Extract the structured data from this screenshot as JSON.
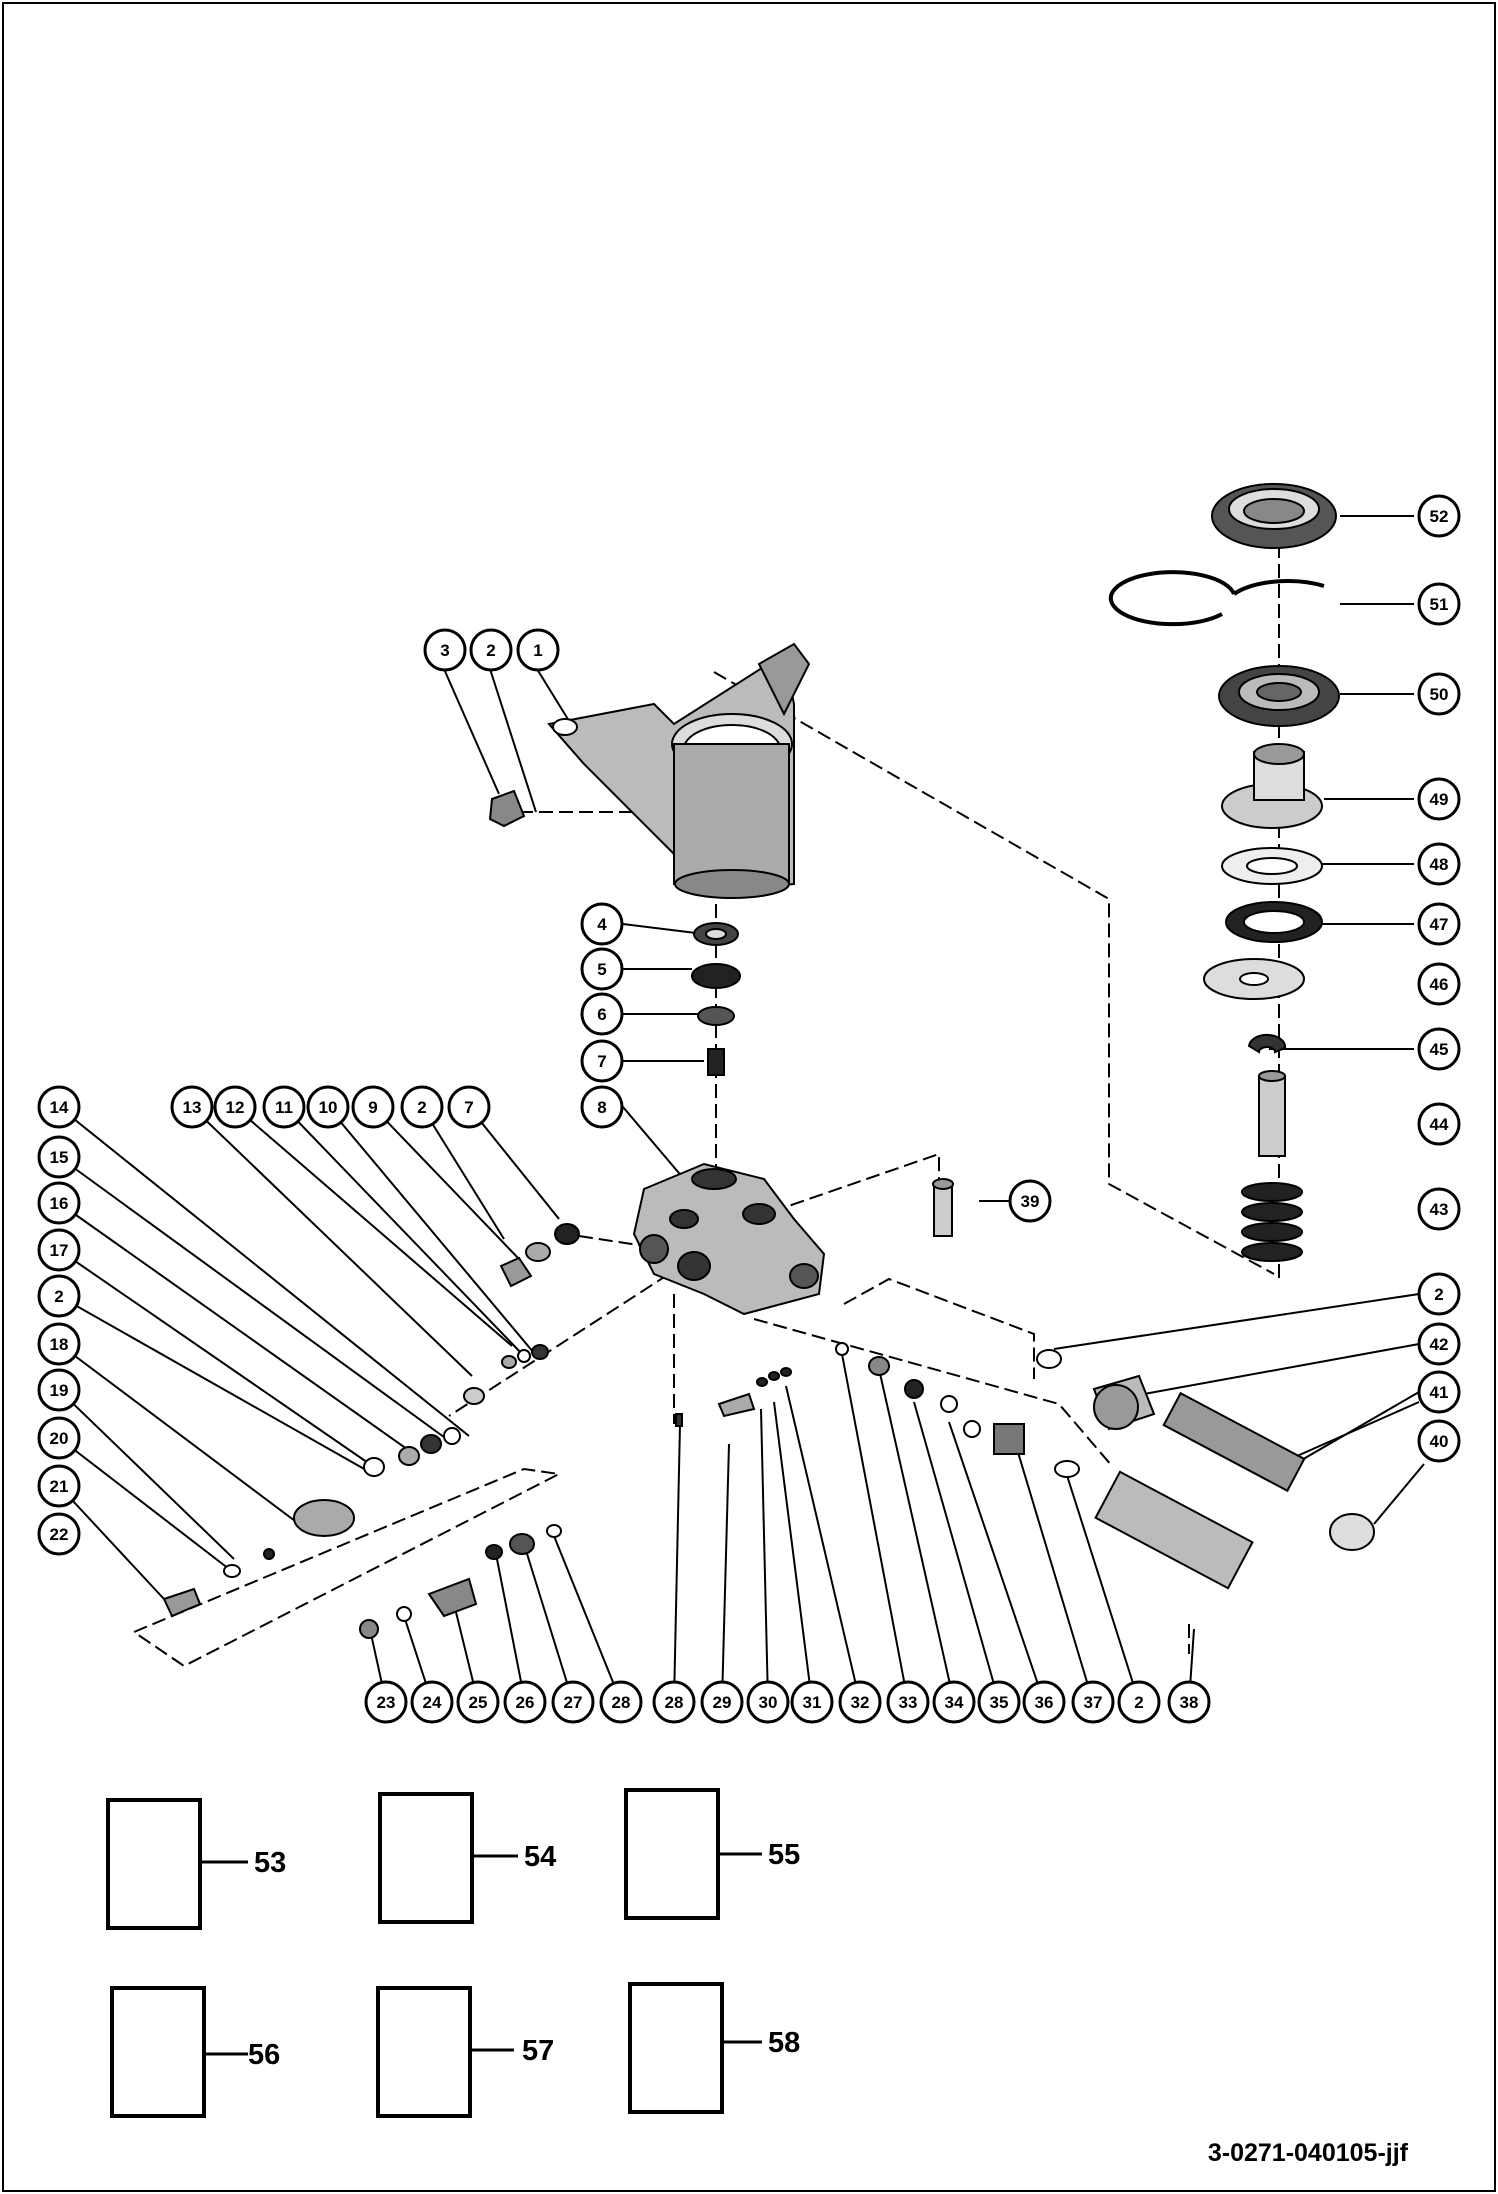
{
  "drawing_id": "3-0271-040105-jjf",
  "callouts": {
    "c1": "1",
    "c2": "2",
    "c3": "3",
    "c4": "4",
    "c5": "5",
    "c6": "6",
    "c7": "7",
    "c8": "8",
    "c9": "9",
    "c10": "10",
    "c11": "11",
    "c12": "12",
    "c13": "13",
    "c14": "14",
    "c15": "15",
    "c16": "16",
    "c17": "17",
    "c18": "18",
    "c19": "19",
    "c20": "20",
    "c21": "21",
    "c22": "22",
    "c23": "23",
    "c24": "24",
    "c25": "25",
    "c26": "26",
    "c27": "27",
    "c28": "28",
    "c29": "29",
    "c30": "30",
    "c31": "31",
    "c32": "32",
    "c33": "33",
    "c34": "34",
    "c35": "35",
    "c36": "36",
    "c37": "37",
    "c38": "38",
    "c39": "39",
    "c40": "40",
    "c41": "41",
    "c42": "42",
    "c43": "43",
    "c44": "44",
    "c45": "45",
    "c46": "46",
    "c47": "47",
    "c48": "48",
    "c49": "49",
    "c50": "50",
    "c51": "51",
    "c52": "52"
  },
  "kit_boxes": {
    "k53": "53",
    "k54": "54",
    "k55": "55",
    "k56": "56",
    "k57": "57",
    "k58": "58"
  }
}
